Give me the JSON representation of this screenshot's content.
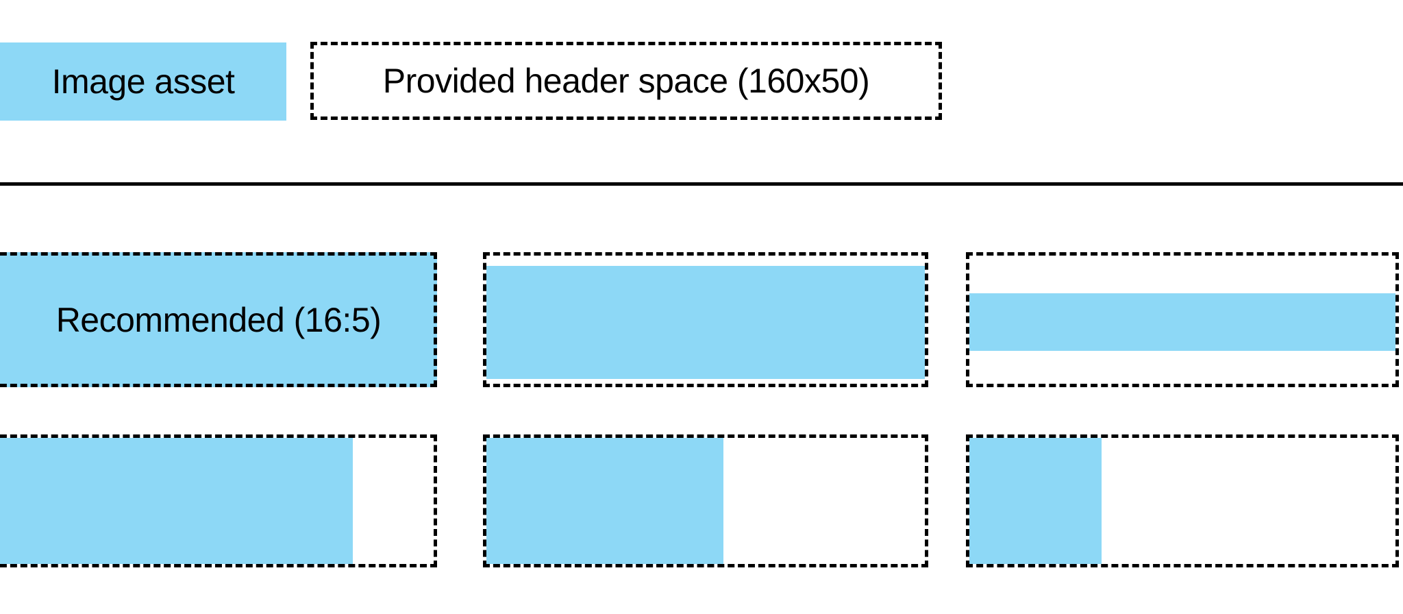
{
  "colors": {
    "asset_blue": "#8DD8F6",
    "outline": "#000000",
    "text": "#000000",
    "background": "#FFFFFF"
  },
  "legend": {
    "image_asset": "Image asset",
    "header_space": "Provided header space (160x50)"
  },
  "examples": {
    "recommended_label": "Recommended (16:5)"
  }
}
